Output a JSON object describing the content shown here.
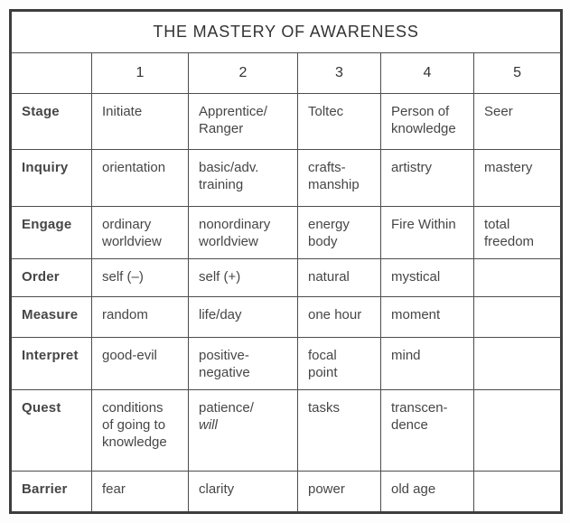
{
  "table": {
    "title": "THE MASTERY OF AWARENESS",
    "corner_label": "",
    "columns": [
      "1",
      "2",
      "3",
      "4",
      "5"
    ],
    "rows": [
      {
        "label": "Stage",
        "cells": [
          "Initiate",
          "Apprentice/\nRanger",
          "Toltec",
          "Person of\nknowledge",
          "Seer"
        ]
      },
      {
        "label": "Inquiry",
        "cells": [
          "orientation",
          "basic/adv.\ntraining",
          "crafts-\nmanship",
          "artistry",
          "mastery"
        ]
      },
      {
        "label": "Engage",
        "cells": [
          "ordinary\nworldview",
          "nonordinary\nworldview",
          "energy\nbody",
          "Fire Within",
          "total\nfreedom"
        ]
      },
      {
        "label": "Order",
        "cells": [
          "self (–)",
          "self (+)",
          "natural",
          "mystical",
          ""
        ]
      },
      {
        "label": "Measure",
        "cells": [
          "random",
          "life/day",
          "one hour",
          "moment",
          ""
        ]
      },
      {
        "label": "Interpret",
        "cells": [
          "good-evil",
          "positive-\nnegative",
          "focal\npoint",
          "mind",
          ""
        ]
      },
      {
        "label": "Quest",
        "cells": [
          "conditions\nof going to\nknowledge",
          "patience/",
          "tasks",
          "transcen-\ndence",
          ""
        ],
        "italic_suffix": "will"
      },
      {
        "label": "Barrier",
        "cells": [
          "fear",
          "clarity",
          "power",
          "old age",
          ""
        ]
      }
    ],
    "colors": {
      "outer_border": "#3d3d3d",
      "inner_border": "#4d4d4d",
      "text": "#464646",
      "label_text": "#303030",
      "background": "#ffffff"
    }
  }
}
